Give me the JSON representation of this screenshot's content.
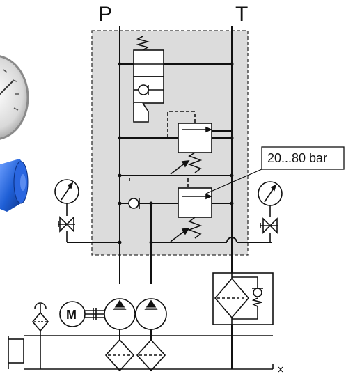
{
  "ports": {
    "pressure": "P",
    "tank": "T"
  },
  "valve": {
    "setting_label": "20...80 bar"
  },
  "motor": {
    "label": "M"
  },
  "colors": {
    "block_fill": "#dcdcdc",
    "line": "#111111",
    "gauge_face": "#eaeaea",
    "blue_part": "#1f5fd6"
  },
  "icons": [
    "pressure-gauge-icon",
    "motor-icon",
    "pump-icon",
    "filter-icon",
    "check-valve-icon",
    "relief-valve-icon",
    "needle-valve-icon",
    "breather-icon"
  ]
}
